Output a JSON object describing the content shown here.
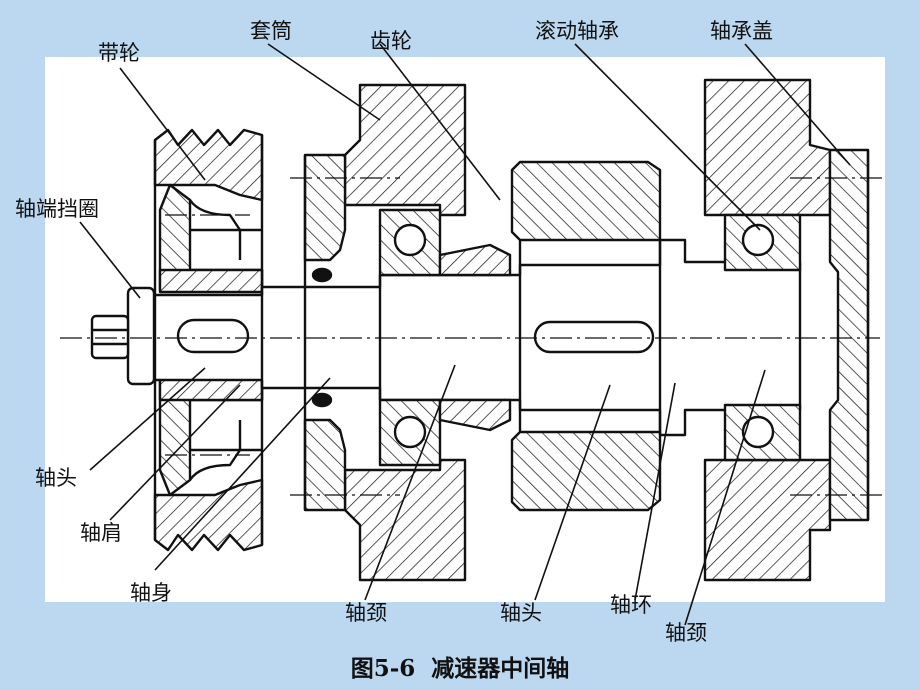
{
  "labels": {
    "pulley": "带轮",
    "sleeve": "套筒",
    "gear": "齿轮",
    "rolling_bearing": "滚动轴承",
    "bearing_cover": "轴承盖",
    "end_ring": "轴端挡圈",
    "shaft_head_left": "轴头",
    "shaft_shoulder": "轴肩",
    "shaft_body": "轴身",
    "journal_left": "轴颈",
    "shaft_head_mid": "轴头",
    "shaft_collar": "轴环",
    "journal_right": "轴颈"
  },
  "caption": "图5-6  减速器中间轴",
  "colors": {
    "background": "#bcd8f0",
    "panel": "#ffffff",
    "ink": "#111111"
  }
}
